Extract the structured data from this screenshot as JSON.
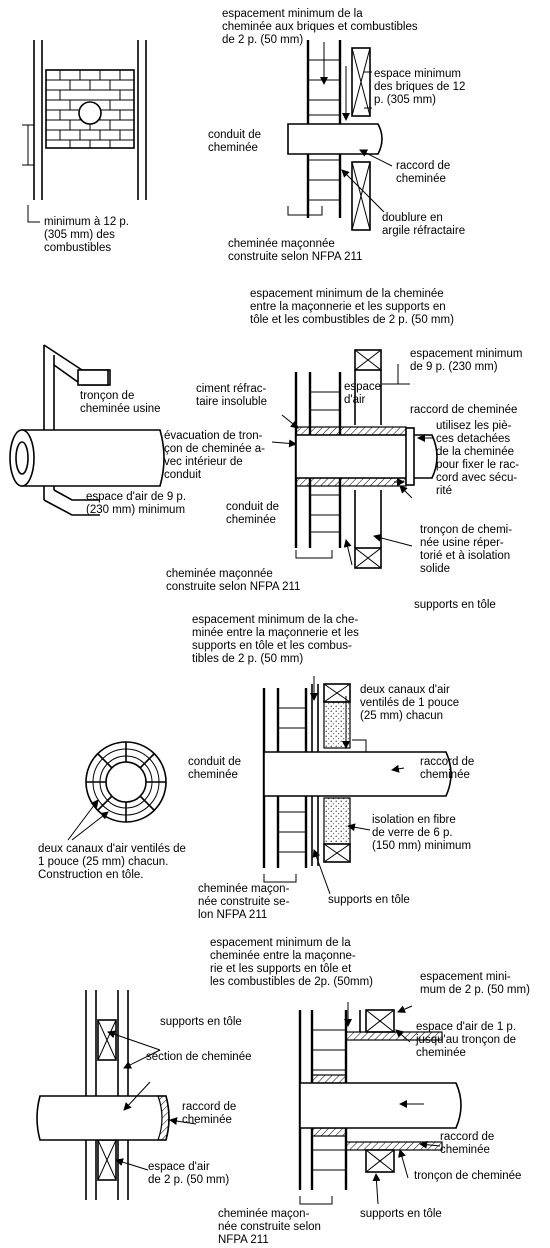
{
  "diagram1": {
    "label_top": "espacement minimum de la\ncheminée aux briques et combustibles\nde 2 p. (50 mm)",
    "label_brick_space": "espace minimum\ndes briques de 12\np. (305 mm)",
    "label_flue": "conduit de\ncheminée",
    "label_connector": "raccord de\ncheminée",
    "label_liner": "doublure en\nargile réfractaire",
    "label_chimney": "cheminée maçonnée\nconstruite selon NFPA 211",
    "label_min_combustibles": "minimum à 12 p.\n(305 mm) des\ncombustibles"
  },
  "diagram2": {
    "label_top": "espacement minimum de la cheminée\nentre la maçonnerie et les supports en\ntôle et les combustibles de 2 p. (50 mm)",
    "label_clearance": "espacement minimum\nde 9 p. (230 mm)",
    "label_air_space": "espace\nd'air",
    "label_cement": "ciment réfrac-\ntaire insoluble",
    "label_factory_section": "tronçon de\ncheminée usine",
    "label_connector": "raccord de cheminée",
    "label_exhaust": "évacuation de tron-\nçon de cheminée a-\nvec intérieur de\nconduit",
    "label_parts": "utilisez les piè-\nces detachées\nde la cheminée\npour fixer le rac-\ncord avec sécu-\nrité",
    "label_air_9": "espace d'air de 9 p.\n(230 mm) minimum",
    "label_flue": "conduit de\ncheminée",
    "label_listed": "tronçon de chemi-\nnée usine réper-\ntorié et à isolation\nsolide",
    "label_chimney": "cheminée maçonnée\nconstruite selon NFPA 211",
    "label_supports": "supports en tôle"
  },
  "diagram3": {
    "label_top": "espacement minimum de la che-\nminée entre la maçonnerie et les\nsupports en tôle et les combus-\ntibles de 2 p. (50 mm)",
    "label_channels": "deux canaux d'air\nventilés de 1 pouce\n(25 mm) chacun",
    "label_flue": "conduit de\ncheminée",
    "label_connector": "raccord de\ncheminée",
    "label_insulation": "isolation en fibre\nde verre de 6 p.\n(150 mm) minimum",
    "label_channels_sheet": "deux canaux d'air ventilés de\n1 pouce (25 mm) chacun.\nConstruction en tôle.",
    "label_chimney": "cheminée maçon-\nnée construite se-\nlon NFPA 211",
    "label_supports": "supports en tôle"
  },
  "diagram4": {
    "label_top": "espacement minimum de la\ncheminée entre la maçonne-\nrie et les supports en tôle et\nles combustibles de 2p. (50mm)",
    "label_clearance": "espacement mini-\nmum de 2 p. (50 mm)",
    "label_supports_left": "supports en tôle",
    "label_air_1": "espace d'air de 1 p.\njusqu'au tronçon de\ncheminée",
    "label_section": "section de cheminée",
    "label_connector_left": "raccord de\ncheminée",
    "label_connector_right": "raccord de\ncheminée",
    "label_air_2": "espace d'air\nde 2 p. (50 mm)",
    "label_segment": "tronçon de cheminée",
    "label_chimney": "cheminée maçon-\nnée construite selon\nNFPA 211",
    "label_supports_right": "supports en tôle"
  }
}
